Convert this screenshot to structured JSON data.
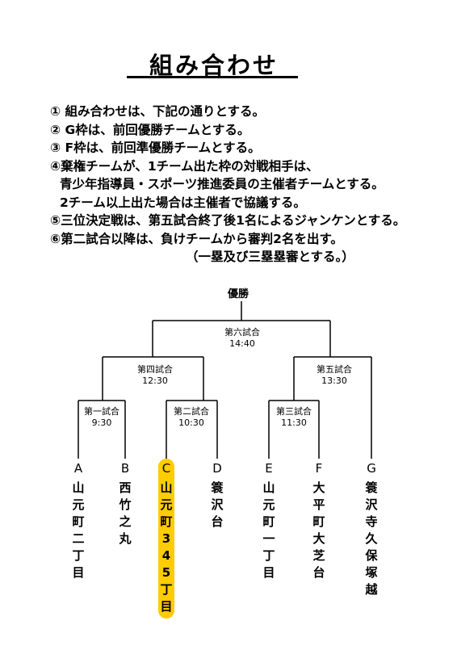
{
  "title": "組み合わせ",
  "rules": [
    "① 組み合わせは、下記の通りとする。",
    "② G枠は、前回優勝チームとする。",
    "③ F枠は、前回準優勝チームとする。",
    "④棄権チームが、1チーム出た枠の対戦相手は、",
    "青少年指導員・スポーツ推進委員の主催者チームとする。",
    "2チーム以上出た場合は主催者で協議する。",
    "⑤三位決定戦は、第五試合終了後1名によるジャンケンとする。",
    "⑥第二試合以降は、負けチームから審判2名を出す。",
    "（一塁及び三塁塁審とする。）"
  ],
  "champion": "優勝",
  "matches": [
    {
      "name": "第一試合",
      "time": "9:30"
    },
    {
      "name": "第二試合",
      "time": "10:30"
    },
    {
      "name": "第三試合",
      "time": "11:30"
    },
    {
      "name": "第四試合",
      "time": "12:30"
    },
    {
      "name": "第五試合",
      "time": "13:30"
    },
    {
      "name": "第六試合",
      "time": "14:40"
    }
  ],
  "teams": [
    {
      "slot": "A",
      "name": "山元町二丁目"
    },
    {
      "slot": "B",
      "name": "西竹之丸"
    },
    {
      "slot": "C",
      "name": "山元町345丁目",
      "highlight": true,
      "highlight_color": "#ffcc00"
    },
    {
      "slot": "D",
      "name": "簑沢台"
    },
    {
      "slot": "E",
      "name": "山元町一丁目"
    },
    {
      "slot": "F",
      "name": "大平町大芝台"
    },
    {
      "slot": "G",
      "name": "簑沢寺久保塚越"
    }
  ]
}
